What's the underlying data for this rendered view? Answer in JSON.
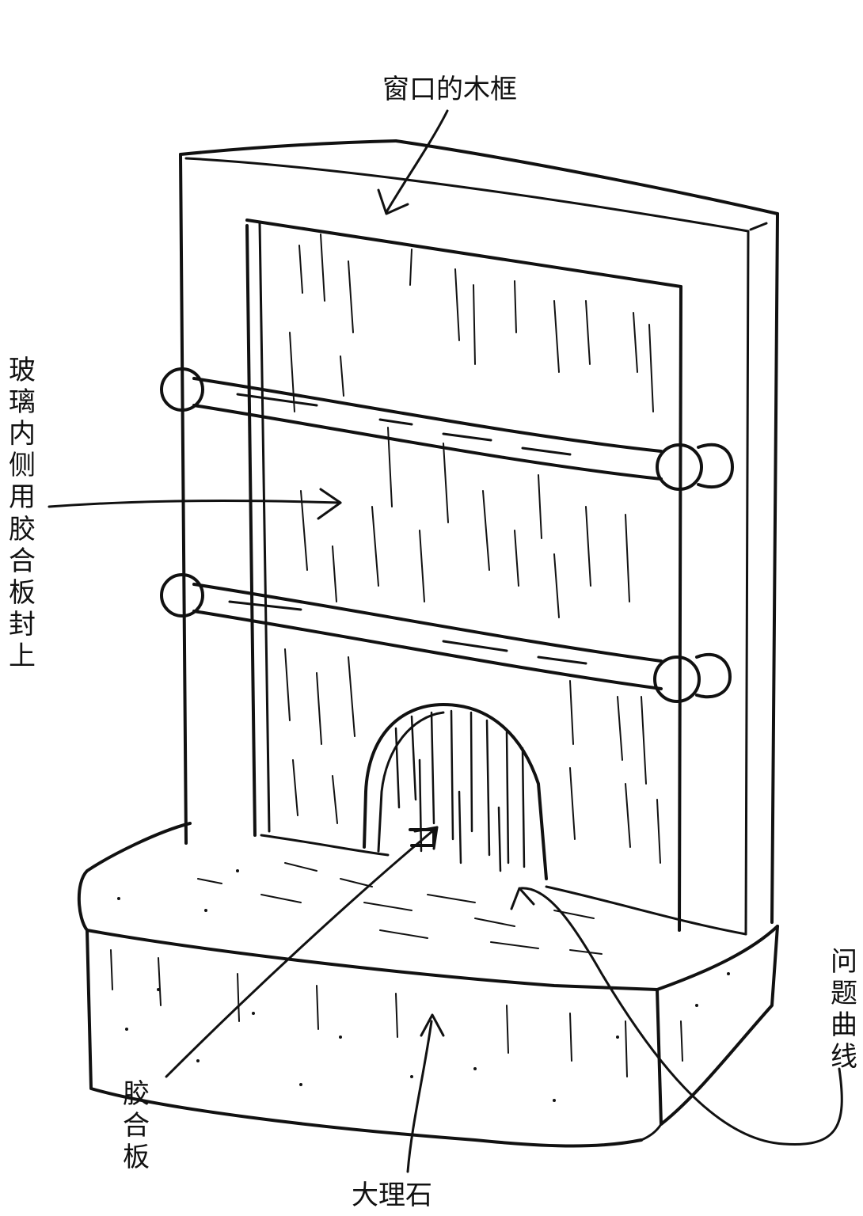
{
  "labels": {
    "window_frame": "窗口的木框",
    "plywood_inside": "玻璃内侧用胶合板封上",
    "problem_curve": "问题曲线",
    "plywood": "胶合板",
    "marble": "大理石"
  },
  "colors": {
    "ink": "#111111",
    "paper": "#ffffff"
  }
}
